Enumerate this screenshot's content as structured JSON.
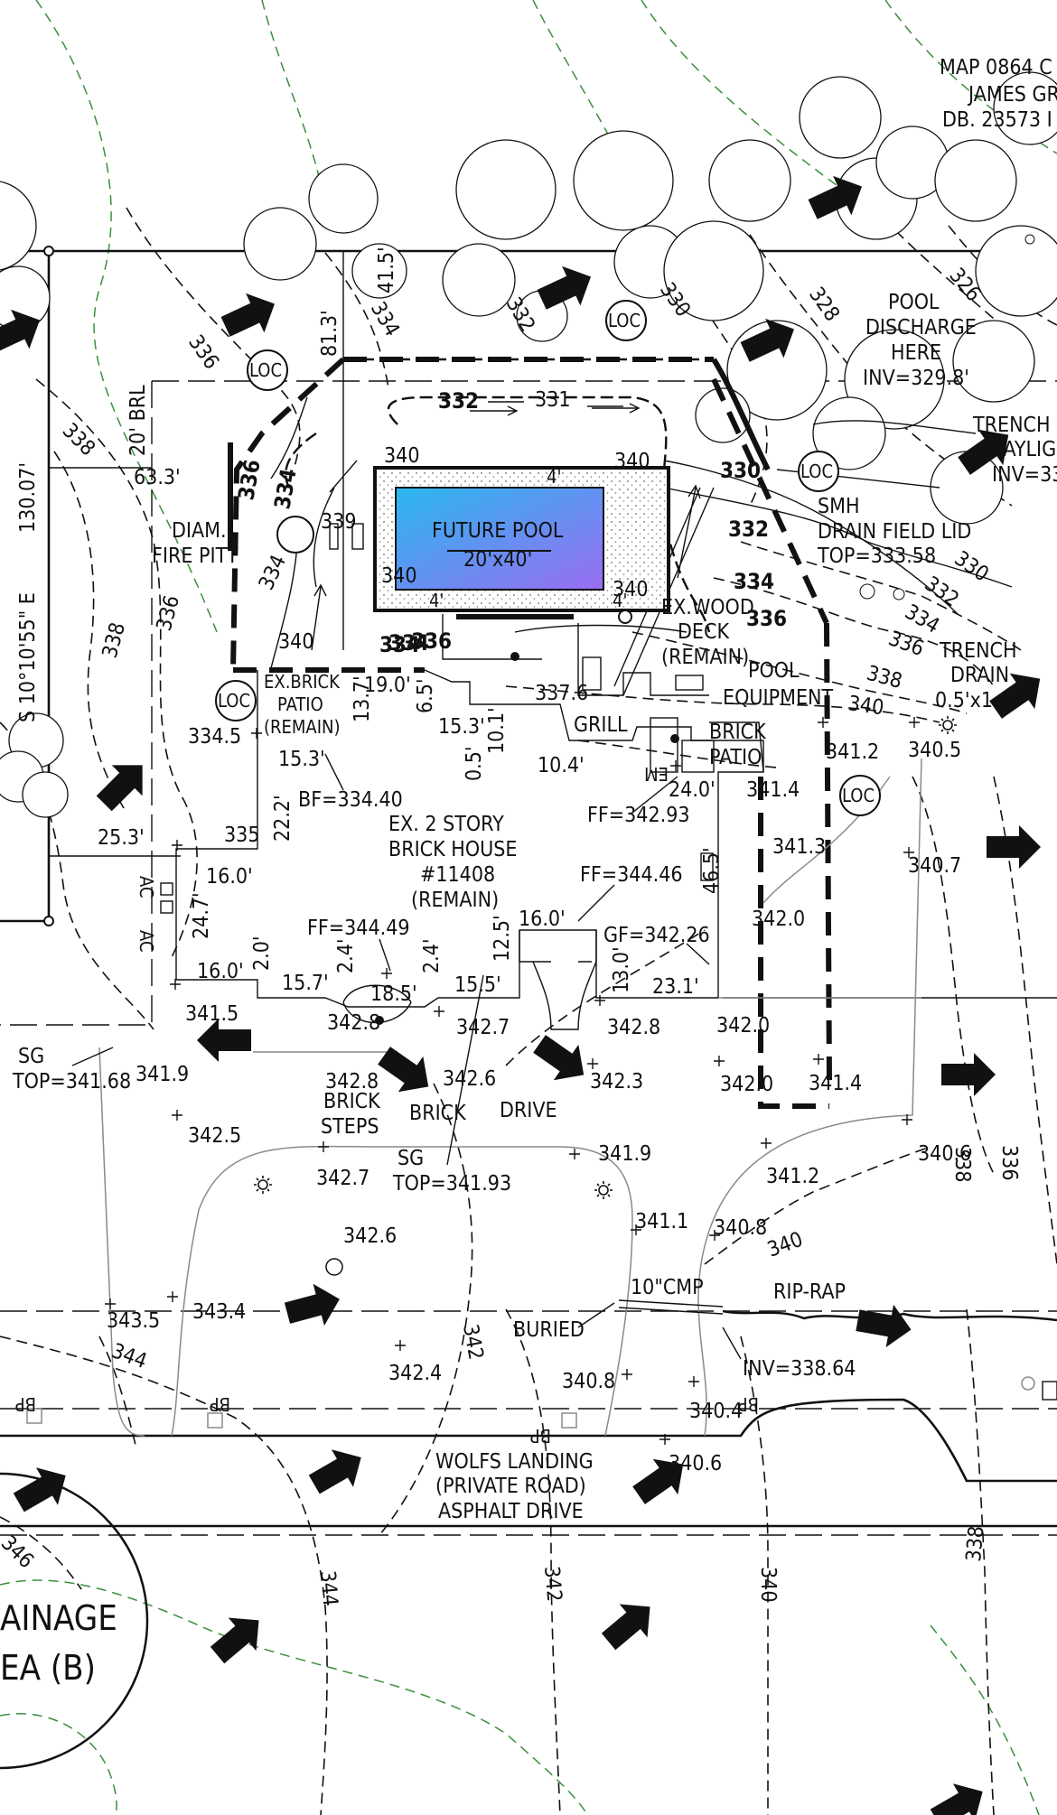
{
  "colors": {
    "pool_gradient_start": "#29b8f0",
    "pool_gradient_end": "#9a6cf2",
    "contour_green": "#3b8f3b",
    "ink": "#111111"
  },
  "owner_note": {
    "line1": "MAP 0864 C",
    "line2": "JAMES GR",
    "line3": "DB. 23573 I"
  },
  "pool": {
    "title": "FUTURE POOL",
    "size": "20'x40'",
    "dims": {
      "d1": "4'",
      "d2": "4'",
      "d3": "4'"
    }
  },
  "structures": {
    "house": {
      "line1": "EX. 2 STORY",
      "line2": "BRICK HOUSE",
      "line3": "#11408",
      "line4": "(REMAIN)"
    },
    "patio": {
      "line1": "EX.BRICK",
      "line2": "PATIO",
      "line3": "(REMAIN)"
    },
    "deck": {
      "line1": "EX.WOOD",
      "line2": "DECK",
      "line3": "(REMAIN)"
    },
    "pool_equipment": {
      "line1": "POOL",
      "line2": "EQUIPMENT"
    },
    "brick_patio": {
      "line1": "BRICK",
      "line2": "PATIO"
    },
    "grill": "GRILL",
    "fire_pit": {
      "line1": "DIAM.",
      "line2": "FIRE PITT"
    },
    "brick_steps": {
      "line1": "BRICK",
      "line2": "STEPS"
    },
    "brick_drive": {
      "word1": "BRICK",
      "word2": "DRIVE"
    }
  },
  "drainage": {
    "pool_discharge": {
      "line1": "POOL",
      "line2": "DISCHARGE",
      "line3": "HERE",
      "line4": "INV=329.8'"
    },
    "trench1": {
      "line1": "TRENCH",
      "line2": "DAYLIG",
      "line3": "INV=33"
    },
    "trench2": {
      "line1": "TRENCH",
      "line2": "DRAIN",
      "line3": "0.5'x1"
    },
    "smh": {
      "line1": "SMH",
      "line2": "DRAIN FIELD LID",
      "line3": "TOP=333.58"
    },
    "cmp": "10\"CMP",
    "buried": "BURIED",
    "rip_rap": "RIP-RAP",
    "inv_cmp": "INV=338.64",
    "sg_left": {
      "line1": "SG",
      "line2": "TOP=341.68"
    },
    "sg_center": {
      "line1": "SG",
      "line2": "TOP=341.93"
    },
    "area": {
      "line1": "AINAGE",
      "line2": "EA (B)"
    }
  },
  "road": {
    "line1": "WOLFS LANDING",
    "line2": "(PRIVATE ROAD)",
    "line3": "ASPHALT DRIVE"
  },
  "survey": {
    "brl": "20' BRL",
    "bearing": "S 10°10'55\" E",
    "length": "130.07'",
    "loc": "LOC",
    "bp": "BP",
    "em": "EM"
  },
  "floor_elevations": {
    "ff1": "FF=342.93",
    "ff2": "FF=344.46",
    "ff3": "FF=344.49",
    "gf": "GF=342.26",
    "bf": "BF=334.40"
  },
  "dimensions": {
    "d63_3": "63.3'",
    "d25_3": "25.3'",
    "d81_3": "81.3'",
    "d41_5": "41.5'",
    "d19_0": "19.0'",
    "d6_5": "6.5'",
    "d13_7": "13.7'",
    "d15_3a": "15.3'",
    "d15_3b": "15.3'",
    "d10_1": "10.1'",
    "d0_5": "0.5'",
    "d10_4": "10.4'",
    "d24_0": "24.0'",
    "d22_2": "22.2'",
    "d16_0a": "16.0'",
    "d24_7": "24.7'",
    "d16_0b": "16.0'",
    "d2_0": "2.0'",
    "d15_7": "15.7'",
    "d2_4a": "2.4'",
    "d18_5": "18.5'",
    "d2_4b": "2.4'",
    "d15_5": "15.5'",
    "d12_5": "12.5'",
    "d16_0c": "16.0'",
    "d13_0": "13.0'",
    "d23_1": "23.1'",
    "d46_5": "46.5'",
    "ac": "AC"
  },
  "contour_labels": {
    "c336a": "336",
    "c338a": "338",
    "c336b": "336",
    "c338b": "338",
    "c334a": "334",
    "c334b": "334",
    "c332a": "332",
    "c330": "330",
    "c328": "328",
    "c326": "326",
    "c330b": "330",
    "c332b": "332",
    "c334c": "334",
    "c336c": "336",
    "c338c": "338",
    "c340a": "340",
    "c340b": "340",
    "c342a": "342",
    "c344a": "344",
    "c336d": "336",
    "c338d": "338",
    "c346": "346",
    "c344b": "344",
    "c342b": "342",
    "c340c": "340",
    "c338e": "338"
  },
  "proposed_contours": {
    "p332": "332",
    "p334a": "334",
    "p336a": "336",
    "p334b": "334",
    "p334c": "334",
    "p336b": "336",
    "p330": "330",
    "p332b": "332",
    "p334d": "334",
    "p336c": "336"
  },
  "spot_elevations": [
    "331",
    "340",
    "340",
    "339",
    "340",
    "340",
    "340",
    "334.5",
    "337.6",
    "335",
    "341.2",
    "341.4",
    "341.3",
    "340.5",
    "340.7",
    "342.0",
    "341.5",
    "342.8",
    "342.7",
    "342.8",
    "342.3",
    "342.0",
    "342.0",
    "341.4",
    "341.9",
    "342.8",
    "342.6",
    "342.5",
    "340.6",
    "342.7",
    "341.9",
    "341.2",
    "341.1",
    "340.8",
    "342.6",
    "343.5",
    "343.4",
    "340.8",
    "342.4",
    "340.4",
    "340.6"
  ]
}
